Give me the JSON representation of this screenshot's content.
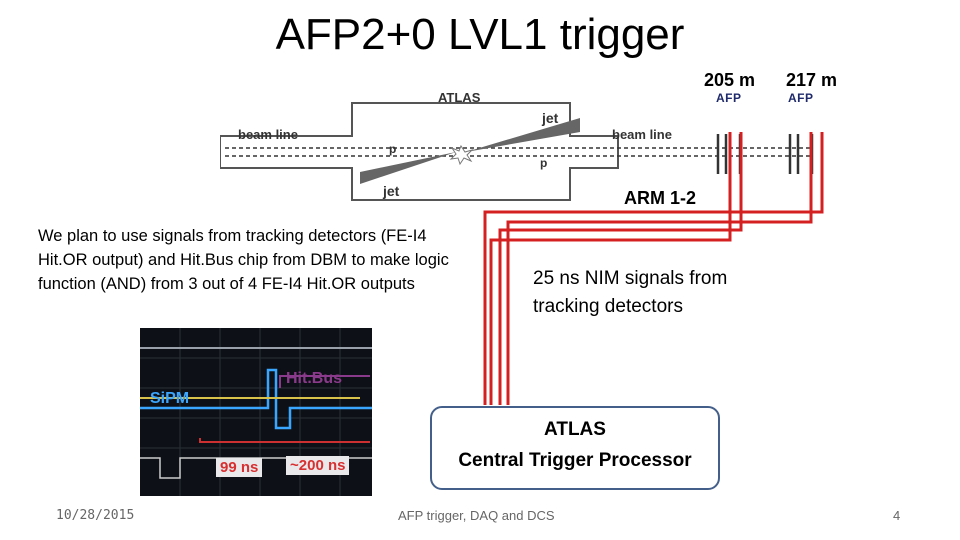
{
  "slide": {
    "title": "AFP2+0 LVL1 trigger",
    "stations": [
      {
        "distance": "205 m",
        "label": "AFP"
      },
      {
        "distance": "217 m",
        "label": "AFP"
      }
    ],
    "detector": {
      "name": "ATLAS",
      "beam_line_left": "beam line",
      "beam_line_right": "beam line",
      "jet_top": "jet",
      "jet_bottom": "jet",
      "proton_left": "p",
      "proton_right": "p"
    },
    "arm_label": "ARM 1-2",
    "description": "We plan to use signals from tracking detectors (FE-I4 Hit.OR output) and Hit.Bus chip from DBM to make logic function (AND) from 3 out of 4 FE-I4 Hit.OR outputs",
    "nim_text": "25 ns NIM signals  from tracking detectors",
    "processor": {
      "line1": "ATLAS",
      "line2": "Central Trigger Processor"
    },
    "scope": {
      "sipm_label": "SiPM",
      "hitbus_label": "Hit.Bus",
      "time1": "99 ns",
      "time2": "~200 ns"
    },
    "colors": {
      "signal_wire": "#d42020",
      "box_border": "#44608a",
      "detector_gray": "#555555"
    }
  },
  "footer": {
    "date": "10/28/2015",
    "center": "AFP trigger, DAQ and DCS",
    "page": "4"
  }
}
